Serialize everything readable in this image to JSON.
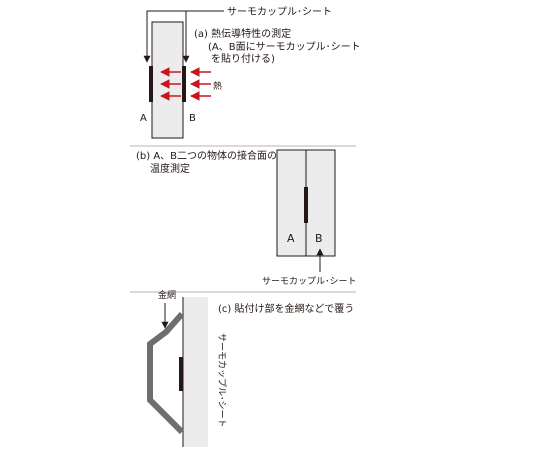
{
  "panel_a": {
    "thermocouple_label": "サーモカップル･シート",
    "caption_line1": "(a) 熱伝導特性の測定",
    "caption_line2": "(A、B面にサーモカップル･シート",
    "caption_line3": "を貼り付ける)",
    "heat_label": "熱",
    "label_a": "A",
    "label_b": "B"
  },
  "panel_b": {
    "caption_line1": "(b) A、B二つの物体の接合面の",
    "caption_line2": "温度測定",
    "label_a": "A",
    "label_b": "B",
    "thermocouple_label": "サーモカップル･シート"
  },
  "panel_c": {
    "mesh_label": "金網",
    "caption": "(c) 貼付け部を金網などで覆う",
    "thermocouple_label": "サーモカップル･シート"
  },
  "colors": {
    "object_fill": "#ececec",
    "sheet": "#231815",
    "heat_arrow": "#c8161d",
    "divider": "#b5b5b5",
    "mesh": "#6e6e6e"
  }
}
